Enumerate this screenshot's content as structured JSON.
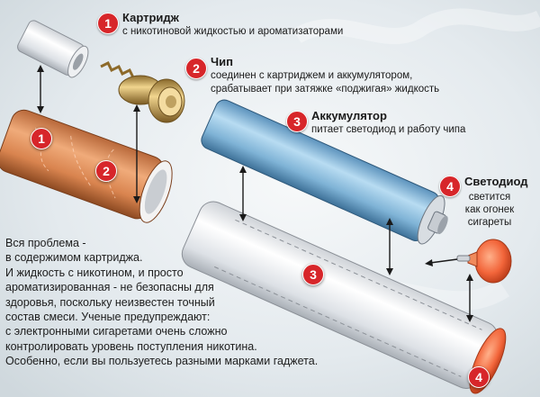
{
  "colors": {
    "accent": "#d7262a",
    "cartridge": "#d98a58",
    "battery": "#7fb3d6",
    "body": "#e6e8ec",
    "led": "#ff6a3c"
  },
  "callouts": [
    {
      "number": "1",
      "title": "Картридж",
      "text": [
        "с никотиновой жидкостью и ароматизаторами"
      ]
    },
    {
      "number": "2",
      "title": "Чип",
      "text": [
        "соединен с картриджем и аккумулятором,",
        "срабатывает при затяжке «поджигая» жидкость"
      ]
    },
    {
      "number": "3",
      "title": "Аккумулятор",
      "text": [
        "питает светодиод и работу чипа"
      ]
    },
    {
      "number": "4",
      "title": "Светодиод",
      "text": [
        "светится",
        "как огонек",
        "сигареты"
      ]
    }
  ],
  "markers": [
    "1",
    "2",
    "3",
    "4"
  ],
  "paragraph": [
    "Вся проблема -",
    "в содержимом картриджа.",
    "И жидкость с никотином, и просто",
    "ароматизированная - не безопасны для",
    "здоровья, поскольку неизвестен точный",
    "состав смеси. Ученые предупреждают:",
    "с электронными сигаретами очень сложно",
    "контролировать уровень поступления никотина.",
    "Особенно, если вы пользуетесь разными марками гаджета."
  ]
}
